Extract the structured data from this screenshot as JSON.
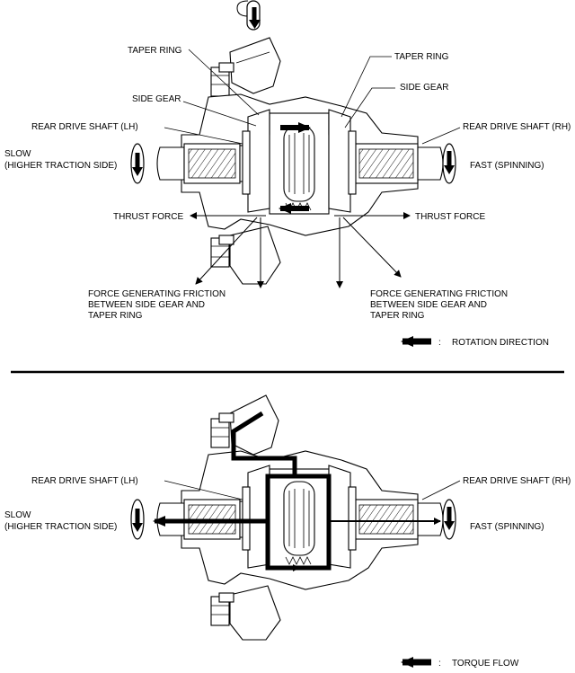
{
  "top": {
    "taper_ring_left": "TAPER RING",
    "taper_ring_right": "TAPER RING",
    "side_gear_left": "SIDE GEAR",
    "side_gear_right": "SIDE GEAR",
    "shaft_lh": "REAR DRIVE SHAFT (LH)",
    "shaft_rh": "REAR DRIVE SHAFT (RH)",
    "slow_line1": "SLOW",
    "slow_line2": "(HIGHER TRACTION SIDE)",
    "fast": "FAST (SPINNING)",
    "thrust_left": "THRUST FORCE",
    "thrust_right": "THRUST FORCE",
    "friction_left": [
      "FORCE GENERATING FRICTION",
      "BETWEEN SIDE GEAR AND",
      "TAPER RING"
    ],
    "friction_right": [
      "FORCE GENERATING FRICTION",
      "BETWEEN SIDE GEAR AND",
      "TAPER RING"
    ],
    "legend_colon": ":",
    "legend": "ROTATION DIRECTION"
  },
  "bottom": {
    "shaft_lh": "REAR DRIVE SHAFT (LH)",
    "shaft_rh": "REAR DRIVE SHAFT (RH)",
    "slow_line1": "SLOW",
    "slow_line2": "(HIGHER TRACTION SIDE)",
    "fast": "FAST (SPINNING)",
    "legend_colon": ":",
    "legend": "TORQUE FLOW"
  }
}
